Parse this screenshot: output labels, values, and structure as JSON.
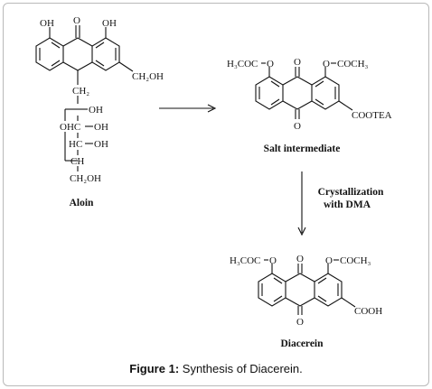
{
  "aloin": {
    "oh_left": "OH",
    "o_top": "O",
    "oh_right": "OH",
    "ch2oh_side": "CH₂OH",
    "ch2": "CH₂",
    "sugar_oh1": "OH",
    "sugar_ohc": "OHC",
    "sugar_oh2": "OH",
    "sugar_hc": "HC",
    "sugar_oh3": "OH",
    "sugar_ch": "CH",
    "sugar_ch2oh": "CH₂OH",
    "name": "Aloin"
  },
  "salt": {
    "h3coc": "H₃COC",
    "o_left": "O",
    "o_top": "O",
    "o_right": "O",
    "coch3": "COCH₃",
    "o_bottom": "O",
    "cootea": "COOTEA",
    "name": "Salt intermediate"
  },
  "step": {
    "line1": "Crystallization",
    "line2": "with DMA"
  },
  "diacerein": {
    "h3coc": "H₃COC",
    "o_left": "O",
    "o_top": "O",
    "o_right": "O",
    "coch3": "COCH₃",
    "o_bottom": "O",
    "cooh": "COOH",
    "name": "Diacerein"
  },
  "caption": {
    "label": "Figure 1:",
    "text": "Synthesis of Diacerein."
  }
}
